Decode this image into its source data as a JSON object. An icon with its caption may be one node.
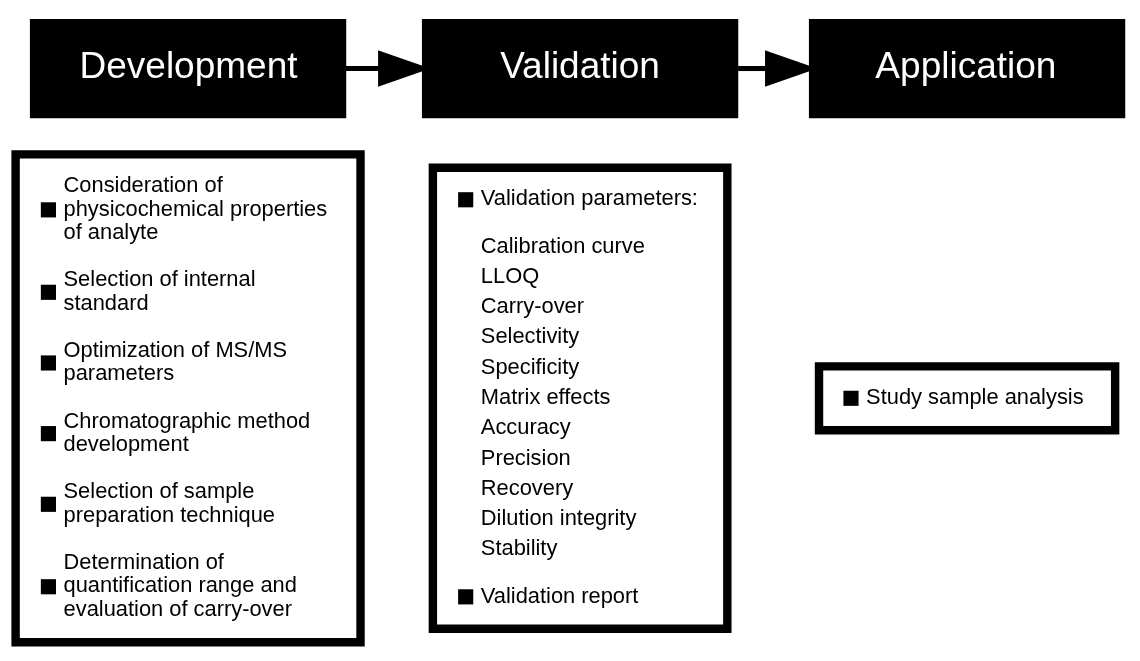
{
  "diagram": {
    "nodes": [
      {
        "text": [
          "Development"
        ]
      },
      {
        "text": [
          "Validation"
        ]
      },
      {
        "text": [
          "Application"
        ]
      },
      {
        "text": [
          "Consideration of physicochemical properties of analyte",
          "Selection of internal standard",
          "Optimization of MS/MS parameters",
          "Chromatographic method development",
          "Selection of sample preparation technique",
          "Determination of quantification range and evaluation of carry-over"
        ]
      },
      {
        "text": [
          "Validation parameters:",
          "Calibration curve",
          "LLOQ",
          "Carry-over",
          "Selectivity",
          "Specificity",
          "Matrix effects",
          "Accuracy",
          "Precision",
          "Recovery",
          "Dilution integrity",
          "Stability",
          "Validation report"
        ]
      },
      {
        "text": [
          "Study sample analysis"
        ]
      }
    ],
    "edges": [
      {
        "from": 0,
        "to": 1,
        "arrow": "to"
      },
      {
        "from": 1,
        "to": 2,
        "arrow": "to"
      }
    ]
  }
}
